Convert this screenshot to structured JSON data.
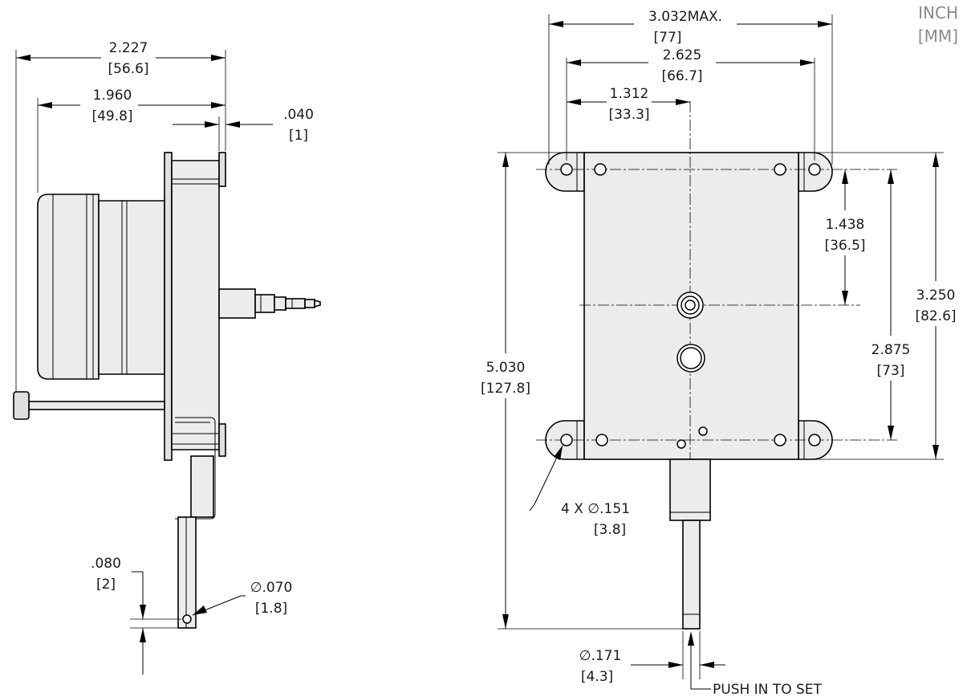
{
  "units_label": {
    "inch": "INCH",
    "mm": "[MM]"
  },
  "side_view": {
    "overall_length": {
      "inch": "2.227",
      "mm": "[56.6]"
    },
    "body_length": {
      "inch": "1.960",
      "mm": "[49.8]"
    },
    "flange_thickness": {
      "inch": ".040",
      "mm": "[1]"
    },
    "pin_offset": {
      "inch": ".080",
      "mm": "[2]"
    },
    "pin_hole_diameter": {
      "inch": "∅.070",
      "mm": "[1.8]"
    }
  },
  "front_view": {
    "max_width": {
      "inch": "3.032MAX.",
      "mm": "[77]"
    },
    "hole_spacing_horizontal": {
      "inch": "2.625",
      "mm": "[66.7]"
    },
    "half_hole_spacing": {
      "inch": "1.312",
      "mm": "[33.3]"
    },
    "hole_to_shaft": {
      "inch": "1.438",
      "mm": "[36.5]"
    },
    "hole_spacing_vertical": {
      "inch": "2.875",
      "mm": "[73]"
    },
    "body_height": {
      "inch": "3.250",
      "mm": "[82.6]"
    },
    "overall_height": {
      "inch": "5.030",
      "mm": "[127.8]"
    },
    "mounting_holes": {
      "inch": "4 X  ∅.151",
      "mm": "[3.8]"
    },
    "plunger_diameter": {
      "inch": "∅.171",
      "mm": "[4.3]"
    },
    "plunger_note": "PUSH IN TO SET"
  }
}
